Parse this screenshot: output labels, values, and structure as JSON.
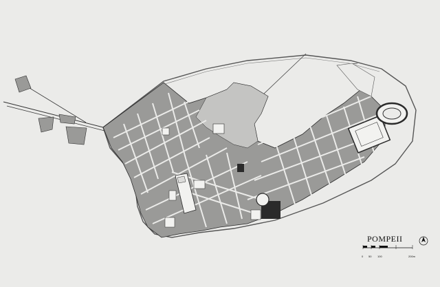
{
  "map": {
    "title": "POMPEII",
    "scale_labels": [
      "0",
      "50",
      "100",
      "200m"
    ],
    "colors": {
      "paper": "#ebebe9",
      "insula_fill": "#9a9a98",
      "insula_stroke": "#2a2a2a",
      "wall": "#555555",
      "public_fill": "#f2f2f0",
      "courtyard": "#dcdcda"
    },
    "features": [
      "city-wall",
      "street-grid",
      "forum",
      "amphitheatre",
      "great-palaestra",
      "theatres",
      "north-road"
    ]
  }
}
